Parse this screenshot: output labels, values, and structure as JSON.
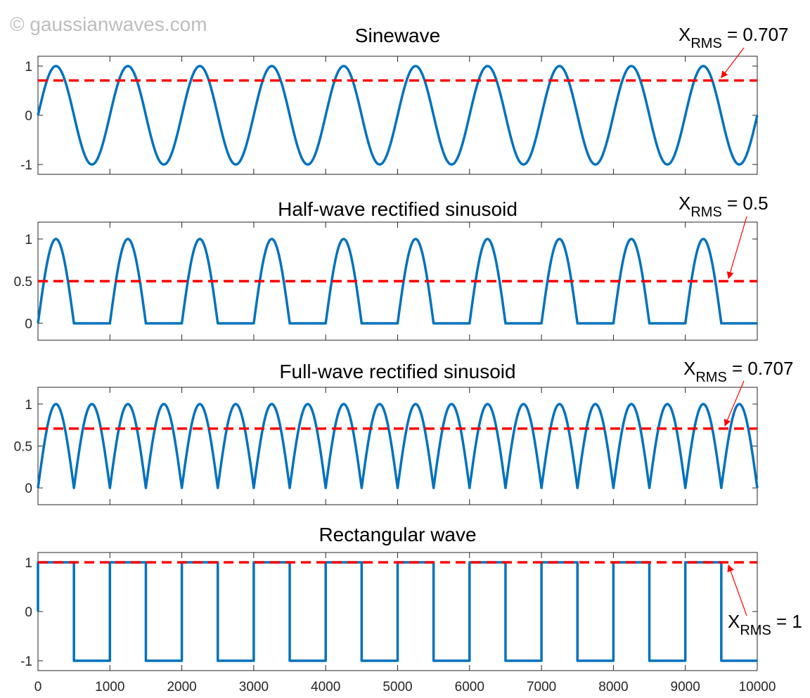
{
  "watermark": "© gaussianwaves.com",
  "colors": {
    "signal": "#0072bd",
    "rms": "#ff0000",
    "axis": "#262626",
    "arrow": "#ff0000"
  },
  "chart_data": [
    {
      "type": "line",
      "title": "Sinewave",
      "waveform": "sine",
      "period": 1000,
      "x_range": [
        0,
        10000
      ],
      "ylim": [
        -1.2,
        1.2
      ],
      "yticks": [
        -1,
        0,
        1
      ],
      "ytick_labels": [
        "-1",
        "0",
        "1"
      ],
      "series": [
        {
          "x": [
            0,
            250,
            500,
            750,
            1000,
            1250,
            1500,
            1750,
            2000,
            2250,
            2500,
            2750,
            3000,
            3250,
            3500,
            3750,
            4000,
            4250,
            4500,
            4750,
            5000,
            5250,
            5500,
            5750,
            6000,
            6250,
            6500,
            6750,
            7000,
            7250,
            7500,
            7750,
            8000,
            8250,
            8500,
            8750,
            9000,
            9250,
            9500,
            9750,
            10000
          ],
          "y": [
            0,
            1,
            0,
            -1,
            0,
            1,
            0,
            -1,
            0,
            1,
            0,
            -1,
            0,
            1,
            0,
            -1,
            0,
            1,
            0,
            -1,
            0,
            1,
            0,
            -1,
            0,
            1,
            0,
            -1,
            0,
            1,
            0,
            -1,
            0,
            1,
            0,
            -1,
            0,
            1,
            0,
            -1,
            0
          ]
        }
      ],
      "rms": 0.707,
      "annotation": {
        "base": "X",
        "sub": "RMS",
        "rest": " = 0.707",
        "arrow_target_x": 9500
      }
    },
    {
      "type": "line",
      "title": "Half-wave rectified sinusoid",
      "waveform": "half",
      "period": 1000,
      "x_range": [
        0,
        10000
      ],
      "ylim": [
        -0.2,
        1.2
      ],
      "yticks": [
        0,
        0.5,
        1
      ],
      "ytick_labels": [
        "0",
        "0.5",
        "1"
      ],
      "series": [
        {
          "x": [
            0,
            250,
            500,
            1000,
            1250,
            1500,
            2000,
            2250,
            2500,
            3000,
            3250,
            3500,
            4000,
            4250,
            4500,
            5000,
            5250,
            5500,
            6000,
            6250,
            6500,
            7000,
            7250,
            7500,
            8000,
            8250,
            8500,
            9000,
            9250,
            9500,
            10000
          ],
          "y": [
            0,
            1,
            0,
            0,
            1,
            0,
            0,
            1,
            0,
            0,
            1,
            0,
            0,
            1,
            0,
            0,
            1,
            0,
            0,
            1,
            0,
            0,
            1,
            0,
            0,
            1,
            0,
            0,
            1,
            0,
            0
          ]
        }
      ],
      "rms": 0.5,
      "annotation": {
        "base": "X",
        "sub": "RMS",
        "rest": " = 0.5",
        "arrow_target_x": 9600
      }
    },
    {
      "type": "line",
      "title": "Full-wave rectified sinusoid",
      "waveform": "full",
      "period": 1000,
      "x_range": [
        0,
        10000
      ],
      "ylim": [
        -0.2,
        1.2
      ],
      "yticks": [
        0,
        0.5,
        1
      ],
      "ytick_labels": [
        "0",
        "0.5",
        "1"
      ],
      "series": [
        {
          "x": [
            0,
            250,
            500,
            750,
            1000,
            1250,
            1500,
            1750,
            2000,
            2250,
            2500,
            2750,
            3000,
            3250,
            3500,
            3750,
            4000,
            4250,
            4500,
            4750,
            5000,
            5250,
            5500,
            5750,
            6000,
            6250,
            6500,
            6750,
            7000,
            7250,
            7500,
            7750,
            8000,
            8250,
            8500,
            8750,
            9000,
            9250,
            9500,
            9750,
            10000
          ],
          "y": [
            0,
            1,
            0,
            1,
            0,
            1,
            0,
            1,
            0,
            1,
            0,
            1,
            0,
            1,
            0,
            1,
            0,
            1,
            0,
            1,
            0,
            1,
            0,
            1,
            0,
            1,
            0,
            1,
            0,
            1,
            0,
            1,
            0,
            1,
            0,
            1,
            0,
            1,
            0,
            1,
            0
          ]
        }
      ],
      "rms": 0.707,
      "annotation": {
        "base": "X",
        "sub": "RMS",
        "rest": " = 0.707",
        "arrow_target_x": 9550
      }
    },
    {
      "type": "line",
      "title": "Rectangular wave",
      "waveform": "square",
      "period": 1000,
      "x_range": [
        0,
        10000
      ],
      "ylim": [
        -1.2,
        1.2
      ],
      "yticks": [
        -1,
        0,
        1
      ],
      "ytick_labels": [
        "-1",
        "0",
        "1"
      ],
      "xticks": [
        0,
        1000,
        2000,
        3000,
        4000,
        5000,
        6000,
        7000,
        8000,
        9000,
        10000
      ],
      "xtick_labels": [
        "0",
        "1000",
        "2000",
        "3000",
        "4000",
        "5000",
        "6000",
        "7000",
        "8000",
        "9000",
        "10000"
      ],
      "series": [
        {
          "x": [
            0,
            500,
            500,
            1000,
            1000,
            1500,
            1500,
            2000,
            2000,
            2500,
            2500,
            3000,
            3000,
            3500,
            3500,
            4000,
            4000,
            4500,
            4500,
            5000,
            5000,
            5500,
            5500,
            6000,
            6000,
            6500,
            6500,
            7000,
            7000,
            7500,
            7500,
            8000,
            8000,
            8500,
            8500,
            9000,
            9000,
            9500,
            9500,
            10000
          ],
          "y": [
            1,
            1,
            -1,
            -1,
            1,
            1,
            -1,
            -1,
            1,
            1,
            -1,
            -1,
            1,
            1,
            -1,
            -1,
            1,
            1,
            -1,
            -1,
            1,
            1,
            -1,
            -1,
            1,
            1,
            -1,
            -1,
            1,
            1,
            -1,
            -1,
            1,
            1,
            -1,
            -1,
            1,
            1,
            -1,
            -1
          ]
        }
      ],
      "rms": 1,
      "annotation": {
        "base": "X",
        "sub": "RMS",
        "rest": " = 1",
        "arrow_target_x": 9600
      }
    }
  ]
}
